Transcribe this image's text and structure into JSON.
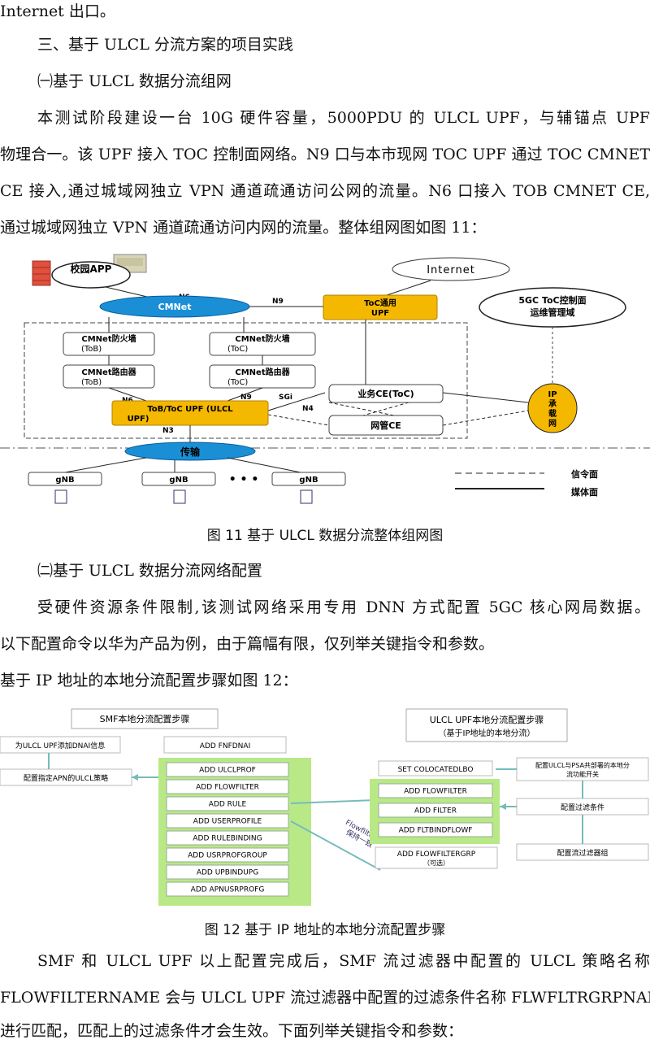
{
  "text": {
    "p0": "Internet 出口。",
    "h3": "三、基于 ULCL 分流方案的项目实践",
    "h3a": "㈠基于 ULCL 数据分流组网",
    "p1a": "本测试阶段建设一台 10G 硬件容量，5000PDU 的 ULCL UPF，与辅锚点 UPF",
    "p1b": "物理合一。该 UPF 接入 TOC 控制面网络。N9 口与本市现网 TOC UPF 通过 TOC CMNET",
    "p1c": "CE 接入,通过城域网独立 VPN 通道疏通访问公网的流量。N6 口接入 TOB CMNET CE,",
    "p1d": "通过城域网独立 VPN 通道疏通访问内网的流量。整体组网图如图 11：",
    "cap11": "图 11   基于 ULCL 数据分流整体组网图",
    "h3b": "㈡基于 ULCL 数据分流网络配置",
    "p2a": "受硬件资源条件限制,该测试网络采用专用 DNN 方式配置 5GC 核心网局数据。",
    "p2b": "以下配置命令以华为产品为例，由于篇幅有限，仅列举关键指令和参数。",
    "p2c": "基于 IP 地址的本地分流配置步骤如图 12：",
    "cap12": "图 12   基于 IP 地址的本地分流配置步骤",
    "p3a": "SMF 和 ULCL UPF 以上配置完成后，SMF 流过滤器中配置的 ULCL 策略名称",
    "p3b": "FLOWFILTERNAME 会与 ULCL UPF 流过滤器中配置的过滤条件名称 FLWFLTRGRPNAME",
    "p3c": "进行匹配，匹配上的过滤条件才会生效。下面列举关键指令和参数："
  },
  "fig11": {
    "campus_app": "校园APP",
    "internet": "Internet",
    "cmnet": "CMNet",
    "toc_upf": "ToC通用UPF",
    "toc_upf_l1": "ToC通用",
    "toc_upf_l2": "UPF",
    "mgmt_l1": "5GC ToC控制面",
    "mgmt_l2": "运维管理域",
    "fw_tob_l1": "CMNet防火墙",
    "fw_tob_l2": "(ToB)",
    "fw_toc_l1": "CMNet防火墙",
    "fw_toc_l2": "(ToC)",
    "rt_tob_l1": "CMNet路由器",
    "rt_tob_l2": "(ToB)",
    "rt_toc_l1": "CMNet路由器",
    "rt_toc_l2": "(ToC)",
    "ulcl_l1": "ToB/ToC UPF (ULCL",
    "ulcl_l2": "UPF)",
    "biz_ce": "业务CE(ToC)",
    "nm_ce": "网管CE",
    "ip_l1": "IP",
    "ip_l2": "承",
    "ip_l3": "载",
    "ip_l4": "网",
    "transport": "传输",
    "gnb1": "gNB",
    "gnb2": "gNB",
    "gnb3": "gNB",
    "ellipsis": "• • •",
    "n6_top": "N6",
    "n9_top": "N9",
    "n6_mid": "N6",
    "n9_mid": "N9",
    "sgi": "SGi",
    "n4": "N4",
    "n3": "N3",
    "legend_signal": "信令面",
    "legend_media": "媒体面"
  },
  "fig12": {
    "smf_title": "SMF本地分流配置步骤",
    "smf_side1": "为ULCL UPF添加DNAI信息",
    "smf_side2": "配置指定APN的ULCL策略",
    "smf_cmd0": "ADD FNFDNAI",
    "smf_cmds": [
      "ADD ULCLPROF",
      "ADD FLOWFILTER",
      "ADD RULE",
      "ADD USERPROFILE",
      "ADD RULEBINDING",
      "ADD USRPROFGROUP",
      "ADD UPBINDUPG",
      "ADD APNUSRPROFG"
    ],
    "flow_l1": "Flowfilter",
    "flow_l2": "保持一致",
    "upf_title1": "ULCL UPF本地分流配置步骤",
    "upf_title2": "（基于IP地址的本地分流）",
    "upf_cmd0": "SET COLOCATEDLBO",
    "upf_cmds": [
      "ADD FLOWFILTER",
      "ADD FILTER",
      "ADD FLTBINDFLOWF"
    ],
    "upf_grp_l1": "ADD FLOWFILTERGRP",
    "upf_grp_l2": "（可选）",
    "upf_side1a": "配置ULCL与PSA共部署的本地分",
    "upf_side1b": "流功能开关",
    "upf_side2": "配置过滤条件",
    "upf_side3": "配置流过滤器组"
  },
  "colors": {
    "ellipse_blue": "#1a8fd6",
    "upf_orange": "#f5b800",
    "green": "#b8e986",
    "text": "#111111"
  }
}
